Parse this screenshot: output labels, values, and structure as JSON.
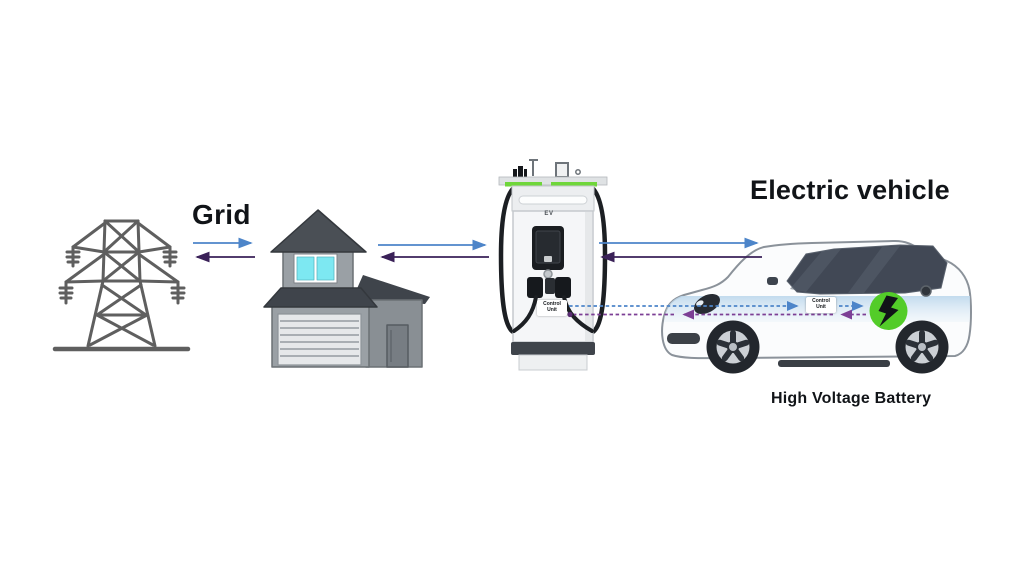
{
  "labels": {
    "grid": "Grid",
    "electric_vehicle": "Electric vehicle",
    "high_voltage_battery": "High Voltage Battery",
    "charger_brand": "EV",
    "charger_control_unit": "Control Unit",
    "car_control_unit": "Control Unit"
  },
  "colors": {
    "power_forward_blue": "#4d85c9",
    "power_return_purple": "#3a2158",
    "signal_forward_blue": "#4d85c9",
    "signal_return_purple": "#7c3f95",
    "battery_green": "#53cc29",
    "charger_accent_green": "#6fd63a",
    "background": "#ffffff"
  },
  "diagram": {
    "type": "flow",
    "nodes": [
      {
        "id": "grid",
        "label": "Grid",
        "kind": "transmission-tower"
      },
      {
        "id": "house",
        "label": "",
        "kind": "house-with-garage"
      },
      {
        "id": "charger",
        "label": "EV",
        "kind": "dc-fast-charging-station",
        "control_label": "Control Unit"
      },
      {
        "id": "vehicle",
        "label": "Electric vehicle",
        "kind": "car",
        "control_label": "Control Unit",
        "battery_label": "High Voltage Battery"
      }
    ],
    "flows": [
      {
        "from": "grid",
        "to": "house",
        "signal": "power",
        "style": "solid",
        "color": "#4d85c9",
        "direction": "right"
      },
      {
        "from": "house",
        "to": "grid",
        "signal": "power-return",
        "style": "solid",
        "color": "#3a2158",
        "direction": "left"
      },
      {
        "from": "house",
        "to": "charger",
        "signal": "power",
        "style": "solid",
        "color": "#4d85c9",
        "direction": "right"
      },
      {
        "from": "charger",
        "to": "house",
        "signal": "power-return",
        "style": "solid",
        "color": "#3a2158",
        "direction": "left"
      },
      {
        "from": "charger",
        "to": "vehicle",
        "signal": "power",
        "style": "solid",
        "color": "#4d85c9",
        "direction": "right"
      },
      {
        "from": "vehicle",
        "to": "charger",
        "signal": "power-return",
        "style": "solid",
        "color": "#3a2158",
        "direction": "left"
      },
      {
        "from": "charger-control-unit",
        "to": "vehicle-battery",
        "signal": "control",
        "style": "dashed",
        "color": "#4d85c9",
        "direction": "right"
      },
      {
        "from": "vehicle-battery",
        "to": "charger-control-unit",
        "signal": "control-return",
        "style": "dashed",
        "color": "#7c3f95",
        "direction": "left"
      }
    ]
  }
}
